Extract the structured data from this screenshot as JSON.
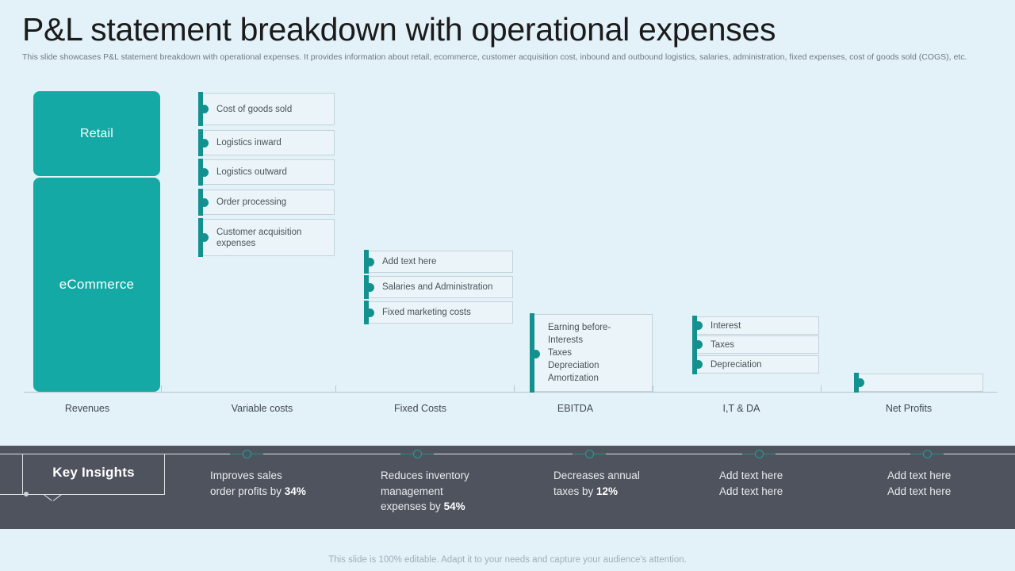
{
  "header": {
    "title": "P&L statement breakdown with operational expenses",
    "subtitle": "This slide showcases P&L statement breakdown with operational expenses. It provides information about retail, ecommerce, customer acquisition cost, inbound and outbound logistics, salaries, administration, fixed expenses, cost of goods sold (COGS), etc."
  },
  "colors": {
    "teal": "#15a9a5",
    "teal_dark": "#13918f",
    "background": "#e3f1f8",
    "insight_bar": "#4e535e"
  },
  "chart_data": {
    "type": "waterfall",
    "title": "P&L statement breakdown with operational expenses",
    "categories": [
      "Revenues",
      "Variable costs",
      "Fixed Costs",
      "EBITDA",
      "I,T & DA",
      "Net Profits"
    ],
    "grid": false,
    "legend": false,
    "stages": [
      {
        "label": "Revenues",
        "kind": "revenue-blocks",
        "blocks": [
          {
            "label": "Retail"
          },
          {
            "label": "eCommerce"
          }
        ]
      },
      {
        "label": "Variable costs",
        "kind": "item-list",
        "items": [
          {
            "label": "Cost of goods sold"
          },
          {
            "label": "Logistics inward"
          },
          {
            "label": "Logistics outward"
          },
          {
            "label": "Order processing"
          },
          {
            "label": "Customer acquisition expenses"
          }
        ]
      },
      {
        "label": "Fixed Costs",
        "kind": "item-list",
        "items": [
          {
            "label": "Add text here"
          },
          {
            "label": "Salaries and Administration"
          },
          {
            "label": "Fixed marketing costs"
          }
        ]
      },
      {
        "label": "EBITDA",
        "kind": "item-list",
        "items": [
          {
            "label": "Earning before-\nInterests\nTaxes\nDepreciation\nAmortization"
          }
        ]
      },
      {
        "label": "I,T & DA",
        "kind": "item-list",
        "items": [
          {
            "label": "Interest"
          },
          {
            "label": "Taxes"
          },
          {
            "label": "Depreciation"
          }
        ]
      },
      {
        "label": "Net Profits",
        "kind": "item-list",
        "items": [
          {
            "label": ""
          }
        ]
      }
    ]
  },
  "insights": {
    "heading": "Key Insights",
    "items": [
      {
        "line1": "Improves sales",
        "line2": "order profits by ",
        "value2": "34%",
        "line3": "",
        "value3": ""
      },
      {
        "line1": "Reduces inventory",
        "line2": "management",
        "value2": "",
        "line3": "expenses by ",
        "value3": "54%"
      },
      {
        "line1": "Decreases annual",
        "line2": "taxes by ",
        "value2": "12%",
        "line3": "",
        "value3": ""
      },
      {
        "line1": "Add text here",
        "line2": "Add text here",
        "value2": "",
        "line3": "",
        "value3": ""
      },
      {
        "line1": "Add text here",
        "line2": "Add text here",
        "value2": "",
        "line3": "",
        "value3": ""
      }
    ]
  },
  "footer": {
    "note": "This slide is 100% editable. Adapt it to your needs and capture your audience's attention."
  }
}
